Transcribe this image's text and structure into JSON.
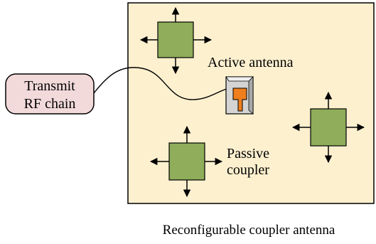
{
  "colors": {
    "panel_fill": "#fdf0cf",
    "panel_stroke": "#000000",
    "coupler_fill": "#8fad5a",
    "coupler_stroke": "#000000",
    "rf_chain_fill": "#f3dada",
    "antenna_body_fill": "#d4d4d4",
    "antenna_element_fill": "#ee7e1e",
    "line": "#000000"
  },
  "labels": {
    "rf_chain_line1": "Transmit",
    "rf_chain_line2": "RF chain",
    "active_antenna": "Active antenna",
    "passive_coupler_line1": "Passive",
    "passive_coupler_line2": "coupler",
    "caption": "Reconfigurable coupler antenna"
  },
  "icons": {
    "move_arrows": "four-way-arrow-icon"
  }
}
